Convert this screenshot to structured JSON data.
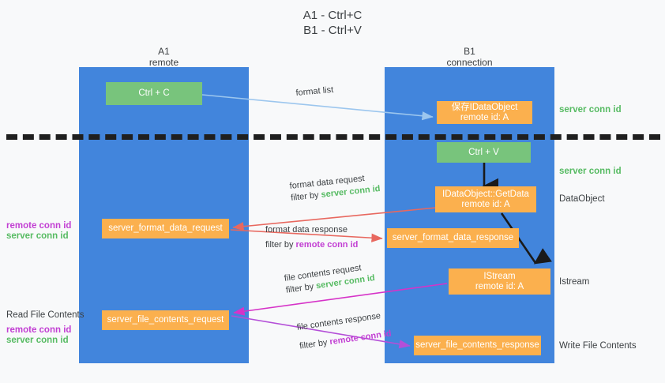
{
  "title": {
    "line1": "A1 - Ctrl+C",
    "line2": "B1 - Ctrl+V"
  },
  "lanes": [
    {
      "id": "a1",
      "name": "A1",
      "role": "remote",
      "color": "#4285dc"
    },
    {
      "id": "b1",
      "name": "B1",
      "role": "connection",
      "color": "#4285dc"
    }
  ],
  "nodes": {
    "ctrl_c": {
      "line1": "Ctrl + C",
      "line2": "",
      "color": "#78c47c"
    },
    "save_dataobject": {
      "line1": "保存IDataObject",
      "line2": "remote id: A",
      "color": "#fbb04e"
    },
    "ctrl_v": {
      "line1": "Ctrl + V",
      "line2": "",
      "color": "#78c47c"
    },
    "getdata": {
      "line1": "IDataObject::GetData",
      "line2": "remote id: A",
      "color": "#fbb04e"
    },
    "istream": {
      "line1": "IStream",
      "line2": "remote id: A",
      "color": "#fbb04e"
    },
    "fmt_req": {
      "line1": "server_format_data_request",
      "line2": "",
      "color": "#fbb04e"
    },
    "fmt_resp": {
      "line1": "server_format_data_response",
      "line2": "",
      "color": "#fbb04e"
    },
    "file_req": {
      "line1": "server_file_contents_request",
      "line2": "",
      "color": "#fbb04e"
    },
    "file_resp": {
      "line1": "server_file_contents_response",
      "line2": "",
      "color": "#fbb04e"
    }
  },
  "side_labels": {
    "server_conn_1": "server conn id",
    "server_conn_2": "server conn id",
    "dataobject": "DataObject",
    "istream": "Istream",
    "write_file": "Write File Contents",
    "read_file": "Read File Contents",
    "remote_conn_1": "remote conn id",
    "server_conn_3": "server conn id",
    "remote_conn_2": "remote conn id",
    "server_conn_4": "server conn id"
  },
  "edges": [
    {
      "id": "format-list",
      "label_line1": "format list",
      "label_line2": "",
      "filter_prefix": "",
      "filter_value": "",
      "color": "#9cc6ee"
    },
    {
      "id": "format-data-request",
      "label_line1": "format data request",
      "label_line2_prefix": "filter by ",
      "label_line2_value": "server conn id",
      "label_line2_value_color": "green",
      "color": "#e8685f"
    },
    {
      "id": "format-data-response",
      "label_line1": "format data response",
      "label_line2_prefix": "filter by ",
      "label_line2_value": "remote conn id",
      "label_line2_value_color": "purple",
      "color": "#e8685f"
    },
    {
      "id": "file-contents-request",
      "label_line1": "file contents request",
      "label_line2_prefix": "filter by ",
      "label_line2_value": "server conn id",
      "label_line2_value_color": "green",
      "color": "#d633c8"
    },
    {
      "id": "file-contents-response",
      "label_line1": "file contents response",
      "label_line2_prefix": "filter by ",
      "label_line2_value": "remote conn id",
      "label_line2_value_color": "purple",
      "color": "#b44fd8"
    }
  ],
  "colors": {
    "lane": "#4285dc",
    "green_node": "#78c47c",
    "orange_node": "#fbb04e",
    "green_text": "#57bb63",
    "purple_text": "#c23fd3",
    "divider": "#1f1f1f",
    "background": "#f8f9fa"
  }
}
